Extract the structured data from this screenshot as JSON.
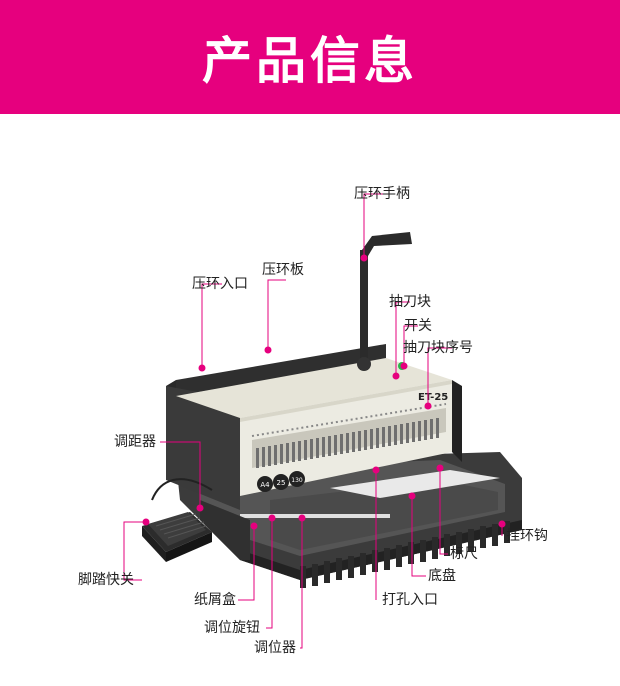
{
  "header": {
    "title": "产品信息"
  },
  "colors": {
    "banner": "#e6007e",
    "leader": "#e6007e",
    "dot": "#e6007e",
    "text": "#222222"
  },
  "machine": {
    "model": "ET-25",
    "badge_a4": "A4",
    "badge_25": "25",
    "badge_130": "130"
  },
  "labels": {
    "handle": "压环手柄",
    "plate": "压环板",
    "entry": "压环入口",
    "blade_block": "抽刀块",
    "switch": "开关",
    "blade_number": "抽刀块序号",
    "spacing": "调距器",
    "foot_switch": "脚踏快关",
    "tray": "纸屑盒",
    "knob": "调位旋钮",
    "adjuster": "调位器",
    "punch_entry": "打孔入口",
    "base": "底盘",
    "ruler": "标尺",
    "hook": "挂环钩"
  }
}
